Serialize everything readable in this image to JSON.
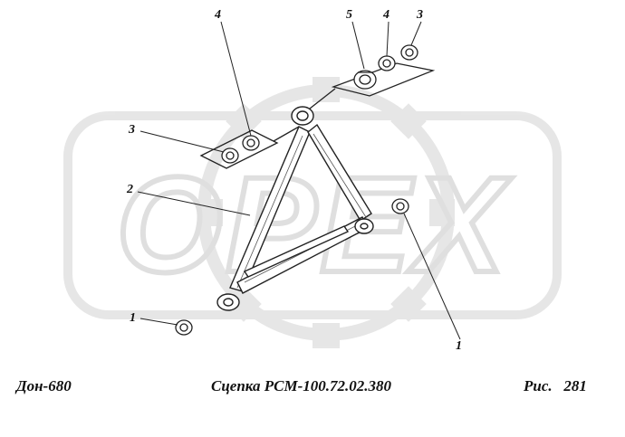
{
  "footer": {
    "model": "Дон-680",
    "title": "Сцепка РСМ-100.72.02.380",
    "figure": "Рис.   281"
  },
  "callouts": {
    "top_4": "4",
    "top_5": "5",
    "top_4b": "4",
    "top_3": "3",
    "left_3": "3",
    "left_2": "2",
    "left_1": "1",
    "right_1": "1"
  },
  "watermark": {
    "text": "OPEX",
    "color": "#e6e6e6"
  },
  "colors": {
    "line": "#222222",
    "watermark": "#e8e8e8"
  }
}
